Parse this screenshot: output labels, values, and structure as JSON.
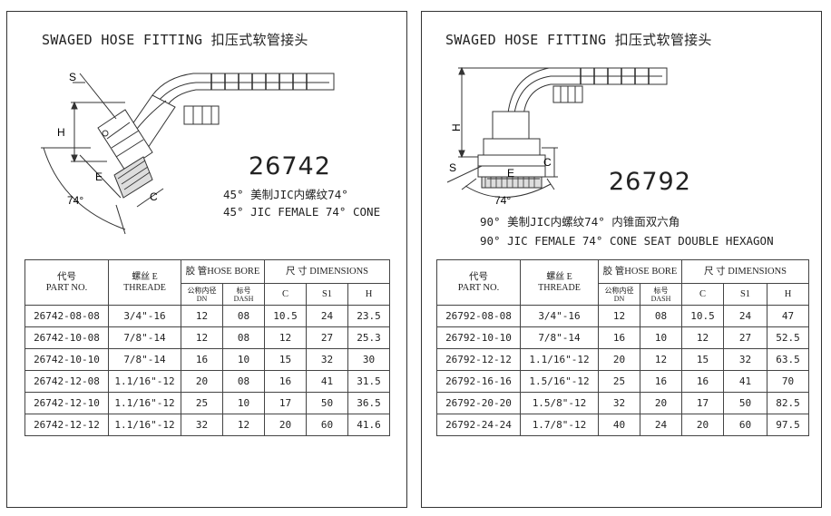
{
  "left": {
    "title": "SWAGED HOSE FITTING  扣压式软管接头",
    "code": "26742",
    "desc_cn": "45° 美制JIC内螺纹74°",
    "desc_en": "45° JIC FEMALE 74° CONE",
    "labels": {
      "s": "S",
      "h": "H",
      "e": "E",
      "c": "C",
      "angle": "74°"
    },
    "table": {
      "h_code_cn": "代号",
      "h_code_en": "PART NO.",
      "h_thread_cn": "螺丝 E",
      "h_thread_en": "THREADE",
      "h_bore": "胶 管HOSE BORE",
      "h_dn_cn": "公称内径",
      "h_dn_en": "DN",
      "h_dash_cn": "标号",
      "h_dash_en": "DASH",
      "h_dim": "尺 寸 DIMENSIONS",
      "h_c": "C",
      "h_s1": "S1",
      "h_h": "H",
      "rows": [
        [
          "26742-08-08",
          "3/4\"-16",
          "12",
          "08",
          "10.5",
          "24",
          "23.5"
        ],
        [
          "26742-10-08",
          "7/8\"-14",
          "12",
          "08",
          "12",
          "27",
          "25.3"
        ],
        [
          "26742-10-10",
          "7/8\"-14",
          "16",
          "10",
          "15",
          "32",
          "30"
        ],
        [
          "26742-12-08",
          "1.1/16\"-12",
          "20",
          "08",
          "16",
          "41",
          "31.5"
        ],
        [
          "26742-12-10",
          "1.1/16\"-12",
          "25",
          "10",
          "17",
          "50",
          "36.5"
        ],
        [
          "26742-12-12",
          "1.1/16\"-12",
          "32",
          "12",
          "20",
          "60",
          "41.6"
        ]
      ]
    }
  },
  "right": {
    "title": "SWAGED HOSE FITTING  扣压式软管接头",
    "code": "26792",
    "desc_cn": "90° 美制JIC内螺纹74° 内锥面双六角",
    "desc_en": "90° JIC FEMALE 74° CONE SEAT DOUBLE HEXAGON",
    "labels": {
      "s": "S",
      "h": "H",
      "e": "E",
      "c": "C",
      "angle": "74°"
    },
    "table": {
      "h_code_cn": "代号",
      "h_code_en": "PART NO.",
      "h_thread_cn": "螺丝 E",
      "h_thread_en": "THREADE",
      "h_bore": "胶 管HOSE BORE",
      "h_dn_cn": "公称内径",
      "h_dn_en": "DN",
      "h_dash_cn": "标号",
      "h_dash_en": "DASH",
      "h_dim": "尺 寸 DIMENSIONS",
      "h_c": "C",
      "h_s1": "S1",
      "h_h": "H",
      "rows": [
        [
          "26792-08-08",
          "3/4\"-16",
          "12",
          "08",
          "10.5",
          "24",
          "47"
        ],
        [
          "26792-10-10",
          "7/8\"-14",
          "16",
          "10",
          "12",
          "27",
          "52.5"
        ],
        [
          "26792-12-12",
          "1.1/16\"-12",
          "20",
          "12",
          "15",
          "32",
          "63.5"
        ],
        [
          "26792-16-16",
          "1.5/16\"-12",
          "25",
          "16",
          "16",
          "41",
          "70"
        ],
        [
          "26792-20-20",
          "1.5/8\"-12",
          "32",
          "20",
          "17",
          "50",
          "82.5"
        ],
        [
          "26792-24-24",
          "1.7/8\"-12",
          "40",
          "24",
          "20",
          "60",
          "97.5"
        ]
      ]
    }
  }
}
